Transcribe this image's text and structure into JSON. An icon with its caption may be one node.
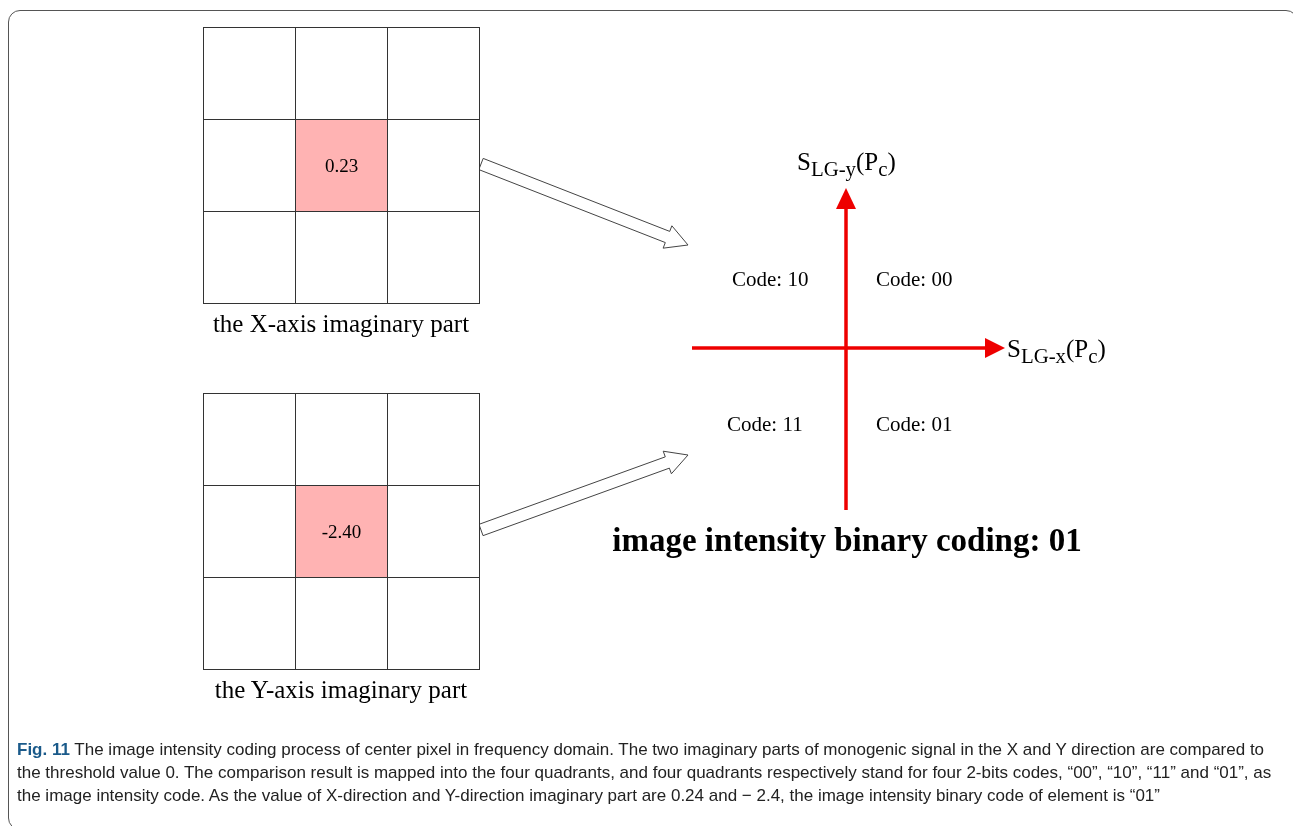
{
  "diagram": {
    "caption": "**Fig. 11** The image intensity coding process of center pixel in frequency domain. The two imaginary parts of monogenic signal in the X and Y direction are compared to the threshold value 0. The comparison result is mapped into the four quadrants, and four quadrants respectively stand for four 2-bits codes, “00”, “10”, “11” and “01”, as the image intensity code. As the value of X-direction and Y-direction imaginary part are 0.24 and − 2.4, the image intensity binary code of element is “01”",
    "nodes": [
      {
        "text": [
          "the X-axis imaginary part"
        ]
      },
      {
        "text": [
          "0.23"
        ],
        "in": 0
      },
      {
        "text": [
          "the Y-axis imaginary part"
        ]
      },
      {
        "text": [
          "-2.40"
        ],
        "in": 2
      },
      {
        "text": [],
        "shape": "picture"
      }
    ],
    "edges": [
      {
        "from": 0,
        "to": 4,
        "arrow": "to"
      },
      {
        "from": 2,
        "to": 4,
        "arrow": "to"
      }
    ],
    "labels": [
      "S$_{LG-y}$(P$_{c}$)",
      "Code: 10",
      "Code: 00",
      "S$_{LG-x}$(P$_{c}$)",
      "Code: 11",
      "Code: 01",
      "image intensity binary coding: 01"
    ]
  }
}
